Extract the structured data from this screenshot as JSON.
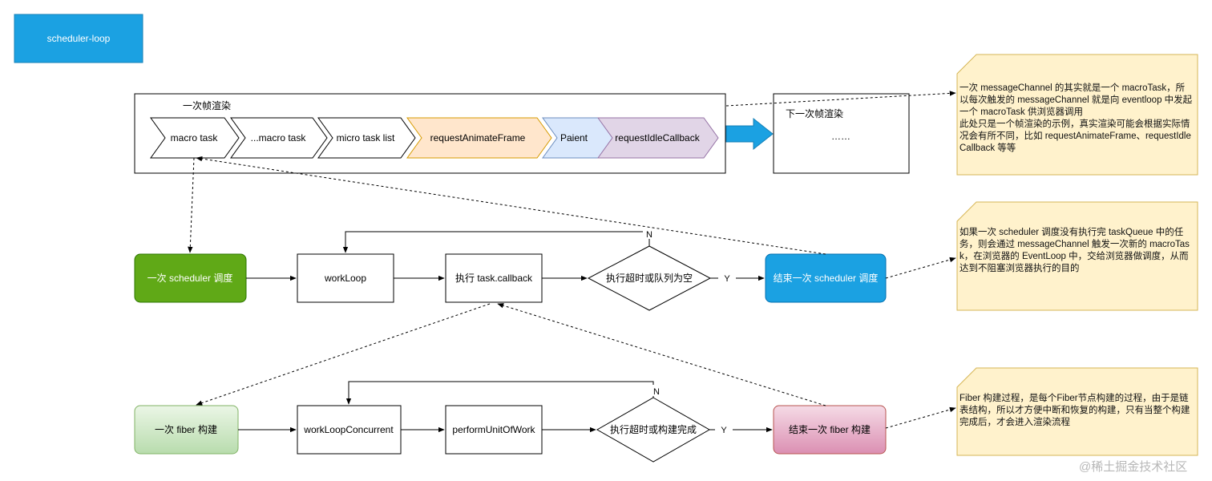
{
  "title": "scheduler-loop",
  "frame": {
    "label": "一次帧渲染",
    "steps": [
      "macro task",
      "...macro task",
      "micro task list",
      "requestAnimateFrame",
      "Paient",
      "requestIdleCallback"
    ],
    "next_label": "下一次帧渲染",
    "next_ellipsis": "……"
  },
  "scheduler_row": {
    "start": "一次 scheduler 调度",
    "loop": "workLoop",
    "exec": "执行 task.callback",
    "decision": "执行超时或队列为空",
    "yes": "Y",
    "no": "N",
    "end": "结束一次 scheduler  调度"
  },
  "fiber_row": {
    "start": "一次 fiber 构建",
    "loop": "workLoopConcurrent",
    "exec": "performUnitOfWork",
    "decision": "执行超时或构建完成",
    "yes": "Y",
    "no": "N",
    "end": "结束一次 fiber 构建"
  },
  "notes": [
    "一次 messageChannel 的其实就是一个 macroTask，所以每次触发的 messageChannel 就是向 eventloop 中发起一个 macroTask 供浏览器调用\n此处只是一个帧渲染的示例，真实渲染可能会根据实际情况会有所不同，比如 requestAnimateFrame、requestIdleCallback 等等",
    "如果一次 scheduler 调度没有执行完 taskQueue 中的任务，则会通过 messageChannel 触发一次新的 macroTask，在浏览器的 EventLoop 中，交给浏览器做调度，从而达到不阻塞浏览器执行的目的",
    "Fiber 构建过程，是每个Fiber节点构建的过程，由于是链表结构，所以才方便中断和恢复的构建，只有当整个构建完成后，才会进入渲染流程"
  ],
  "watermark": "@稀土掘金技术社区",
  "colors": {
    "title_fill": "#1ba1e2",
    "green_start": "#60a917",
    "light_green": "#d5e8d4",
    "blue_end": "#1ba1e2",
    "pink_end": "#e6a0c4",
    "orange_step": "#ffe6cc",
    "blue_step": "#dae8fc",
    "purple_step": "#e1d5e7",
    "note_fill": "#fff2cc",
    "note_border": "#d6b656"
  }
}
